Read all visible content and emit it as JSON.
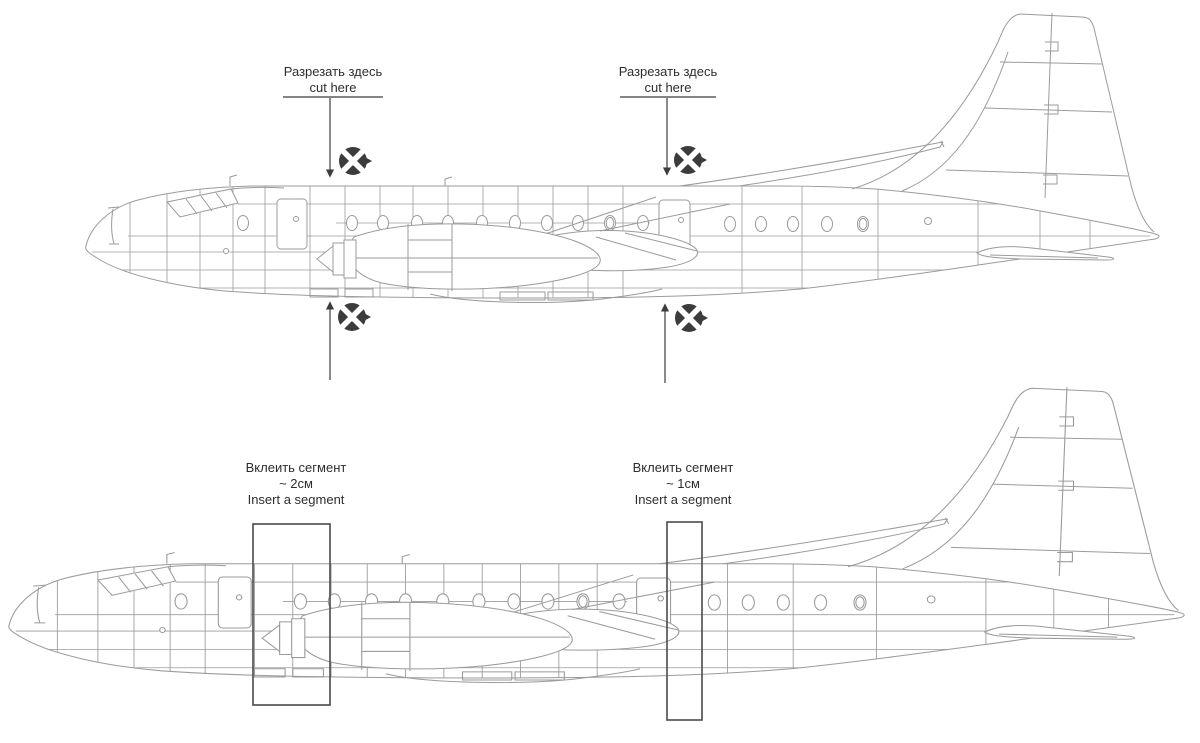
{
  "page": {
    "background": "#ffffff",
    "line_color": "#9b9b9b",
    "annotation_color": "#3c3c3c"
  },
  "top_view": {
    "cut_labels": [
      {
        "ru": "Разрезать здесь",
        "en": "cut here"
      },
      {
        "ru": "Разрезать здесь",
        "en": "cut here"
      }
    ]
  },
  "bottom_view": {
    "insert_labels": [
      {
        "ru": "Вклеить сегмент",
        "size": "~ 2см",
        "en": "Insert a segment"
      },
      {
        "ru": "Вклеить сегмент",
        "size": "~ 1см",
        "en": "Insert a segment"
      }
    ]
  },
  "icons": {
    "scissors": "scissors-icon"
  }
}
